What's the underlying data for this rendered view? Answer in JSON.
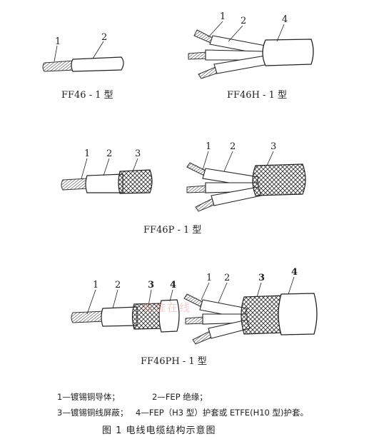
{
  "types": {
    "ff46_1": {
      "label": "FF46 - 1 型",
      "callouts": [
        "1",
        "2"
      ]
    },
    "ff46h_1": {
      "label": "FF46H - 1 型",
      "callouts": [
        "1",
        "2",
        "4"
      ]
    },
    "ff46p_1": {
      "label": "FF46P - 1 型",
      "callouts_single": [
        "1",
        "2",
        "3"
      ],
      "callouts_three": [
        "1",
        "2",
        "3"
      ]
    },
    "ff46ph_1": {
      "label": "FF46PH - 1 型",
      "callouts_single": [
        "1",
        "2",
        "3",
        "4"
      ],
      "callouts_three": [
        "1",
        "2",
        "3",
        "4"
      ]
    }
  },
  "legend": {
    "item1": "1—镀锡铜导体；",
    "item2": "2—FEP 绝缘；",
    "item3": "3—镀锡铜线屏蔽；",
    "item4": "4—FEP（H3 型）护套或 ETFE(H10 型)护套。"
  },
  "figure_title": "图 1   电线电缆结构示意图",
  "watermark": "标准在线"
}
